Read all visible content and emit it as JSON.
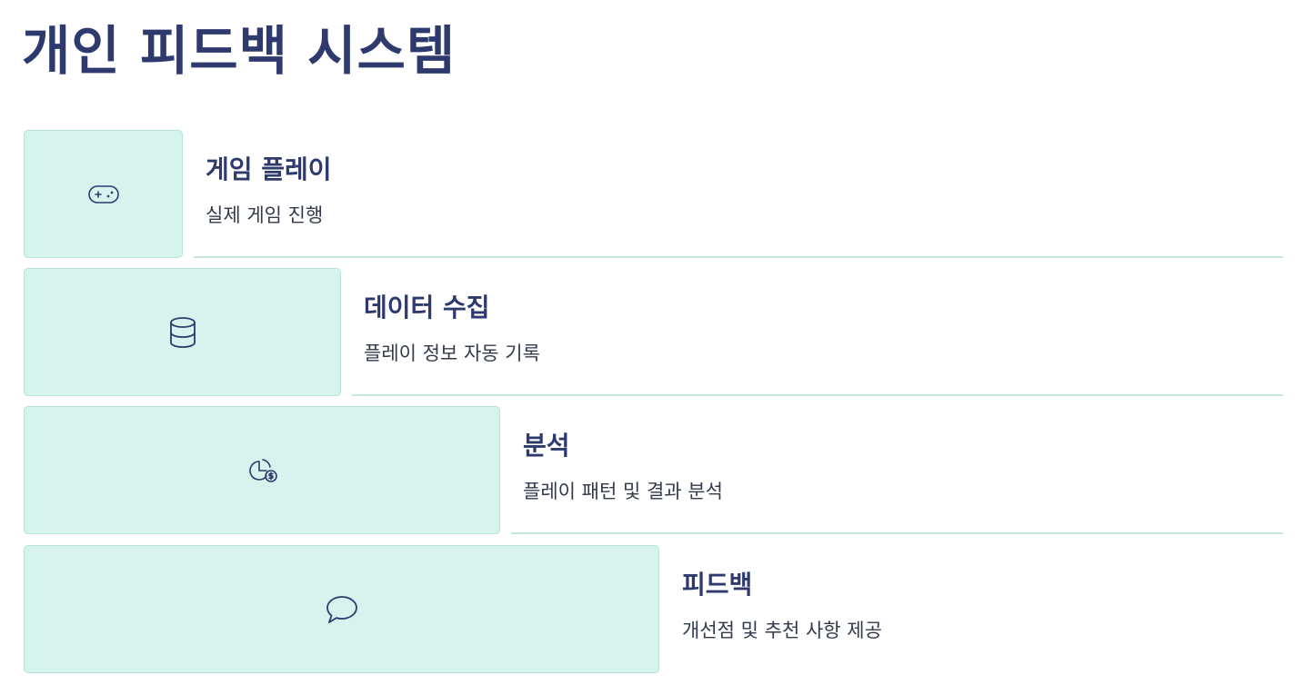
{
  "title": "개인 피드백 시스템",
  "colors": {
    "title": "#2e3a6e",
    "box_fill": "#d6f3ee",
    "box_border": "#b6e2da",
    "divider": "#c6e6df"
  },
  "steps": [
    {
      "title": "게임 플레이",
      "description": "실제 게임 진행",
      "icon": "gamepad-icon"
    },
    {
      "title": "데이터 수집",
      "description": "플레이 정보 자동 기록",
      "icon": "database-icon"
    },
    {
      "title": "분석",
      "description": "플레이 패턴 및 결과 분석",
      "icon": "chart-dollar-icon"
    },
    {
      "title": "피드백",
      "description": "개선점 및 추천 사항 제공",
      "icon": "chat-bubble-icon"
    }
  ]
}
